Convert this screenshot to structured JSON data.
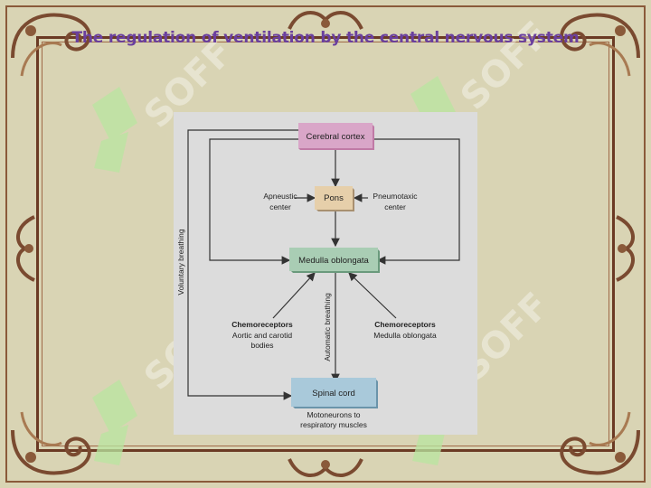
{
  "slide": {
    "title": "The regulation of ventilation by the central nervous system",
    "watermark": "SOFF",
    "colors": {
      "title": "#6a3f9e",
      "background": "#d9d4b4",
      "frame": "#6b3a24",
      "watermark_leaf": "#b8e6a0"
    }
  },
  "diagram": {
    "nodes": {
      "cortex": "Cerebral cortex",
      "pons": "Pons",
      "medulla": "Medulla oblongata",
      "spinal": "Spinal cord"
    },
    "labels": {
      "apneustic_1": "Apneustic",
      "apneustic_2": "center",
      "pneumotaxic_1": "Pneumotaxic",
      "pneumotaxic_2": "center",
      "chemo_left_1": "Chemoreceptors",
      "chemo_left_2": "Aortic and carotid",
      "chemo_left_3": "bodies",
      "chemo_right_1": "Chemoreceptors",
      "chemo_right_2": "Medulla oblongata",
      "voluntary": "Voluntary breathing",
      "automatic": "Automatic breathing",
      "motoneurons_1": "Motoneurons to",
      "motoneurons_2": "respiratory muscles"
    },
    "colors": {
      "cortex_fill": "#d9a6c8",
      "pons_fill": "#e6cfaa",
      "medulla_fill": "#a9cdb4",
      "spinal_fill": "#a9c9da",
      "panel": "#dcdcdc",
      "line": "#333333"
    }
  }
}
